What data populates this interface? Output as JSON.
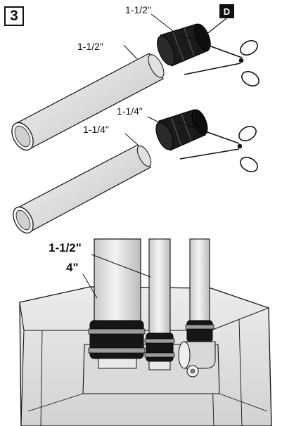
{
  "step_number": "3",
  "labels": {
    "top_coupling_size": "1-1/2\"",
    "top_pipe_size": "1-1/2\"",
    "mid_coupling_size": "1-1/4\"",
    "mid_pipe_size": "1-1/4\"",
    "bottom_pipe_a_size": "1-1/2\"",
    "bottom_pipe_b_size": "4\""
  },
  "badge": "D",
  "colors": {
    "pipe_fill": "#e4e4e4",
    "coupling_fill": "#1a1a1a",
    "outline": "#111111",
    "tank_fill": "#e6e6e6"
  }
}
